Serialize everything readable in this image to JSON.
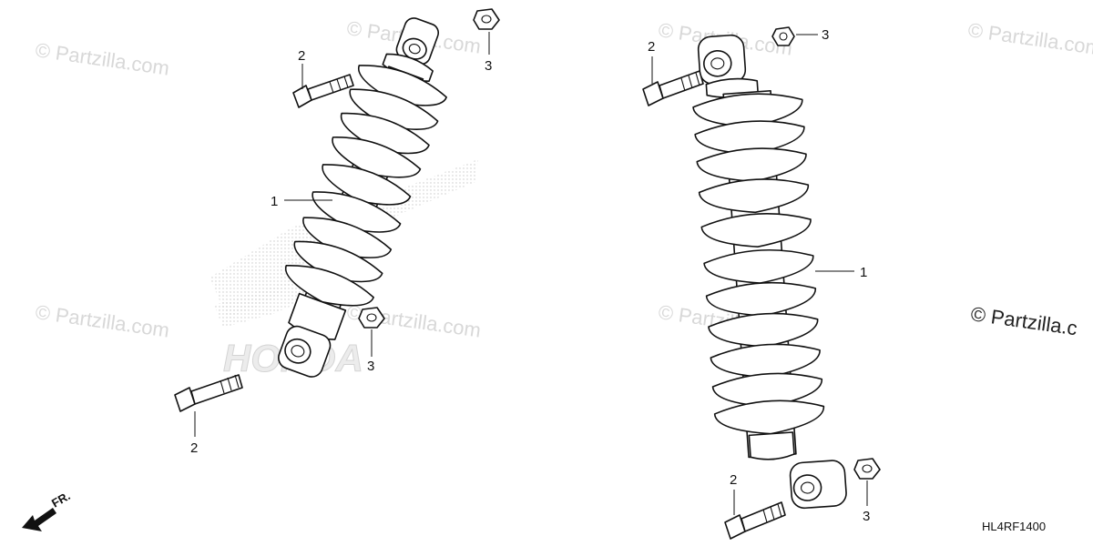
{
  "watermarks": [
    "© Partzilla.com",
    "© Partzilla.com",
    "© Partzilla.com",
    "© Partzilla.com",
    "© Partzilla.com",
    "© Partzilla.com",
    "© Partzilla.com"
  ],
  "watermark_prominent": "© Partzilla.c",
  "logo_text": "HONDA",
  "direction_label": "FR.",
  "diagram_code": "HL4RF1400",
  "callouts": [
    "2",
    "3",
    "1",
    "3",
    "2",
    "2",
    "3",
    "1",
    "2",
    "3"
  ]
}
